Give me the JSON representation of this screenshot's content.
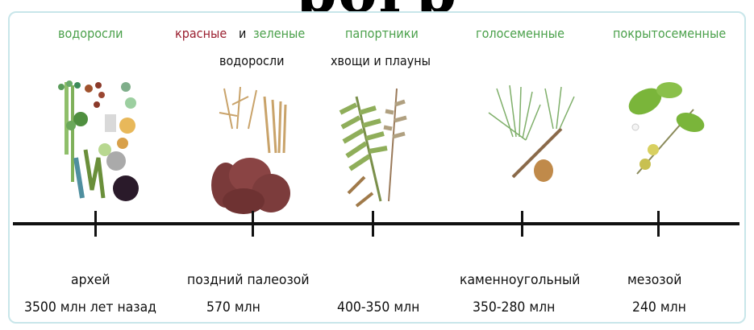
{
  "heading_fragment": "рогр",
  "groups": {
    "algae": "водоросли",
    "red": "красные",
    "and": "и",
    "green": "зеленые",
    "algae2": "водоросли",
    "ferns": "папортники",
    "horsetails": "хвощи и плауны",
    "gymno": "голосеменные",
    "angio": "покрытосеменные"
  },
  "eras": [
    {
      "name": "архей",
      "time": "3500 млн лет назад"
    },
    {
      "name": "поздний палеозой",
      "time": "570 млн"
    },
    {
      "name": "",
      "time": "400-350 млн"
    },
    {
      "name": "каменноугольный",
      "time": "350-280 млн"
    },
    {
      "name": "мезозой",
      "time": "240 млн"
    }
  ],
  "colors": {
    "green_label": "#4aa04a",
    "red_label": "#9a1f2f"
  }
}
